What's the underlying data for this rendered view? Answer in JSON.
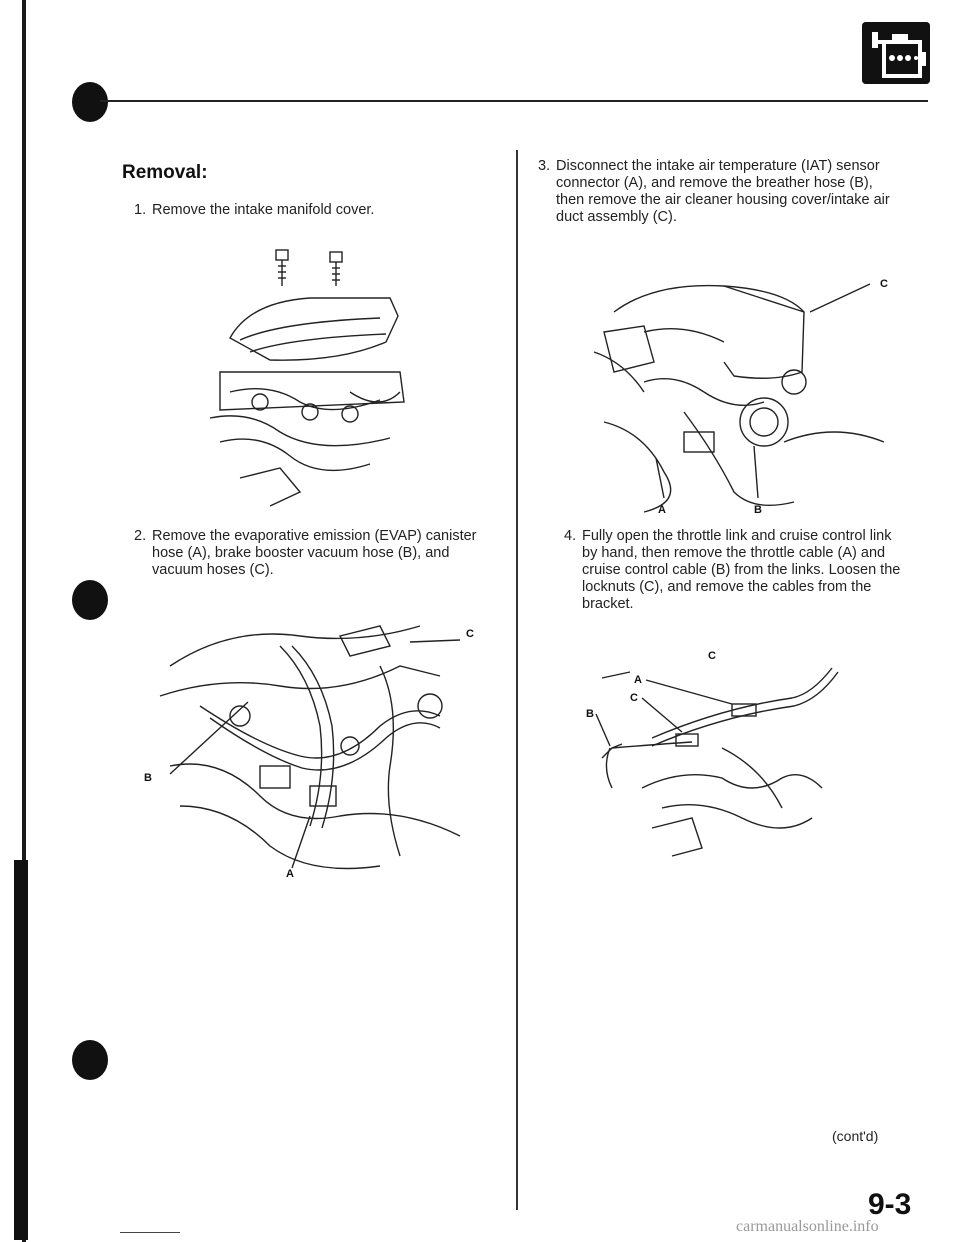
{
  "section": {
    "title": "Removal:"
  },
  "steps": [
    {
      "num": "1.",
      "text": "Remove the intake manifold cover."
    },
    {
      "num": "2.",
      "text": "Remove the evaporative emission (EVAP) canister hose (A), brake booster vacuum hose (B), and vacuum hoses (C)."
    },
    {
      "num": "3.",
      "text": "Disconnect the intake air temperature (IAT) sensor connector (A), and remove the breather hose (B), then remove the air cleaner housing cover/intake air duct assembly (C)."
    },
    {
      "num": "4.",
      "text": "Fully open the throttle link and cruise control link by hand, then remove the throttle cable (A) and cruise control cable (B) from the links. Loosen the locknuts (C), and remove the cables from the bracket."
    }
  ],
  "figure_labels": {
    "fig2": {
      "c": "C",
      "b": "B",
      "a": "A"
    },
    "fig3": {
      "c": "C",
      "a": "A",
      "b": "B"
    },
    "fig4": {
      "c1": "C",
      "a": "A",
      "c2": "C",
      "b": "B"
    }
  },
  "footer": {
    "contd": "(cont'd)",
    "page_number": "9-3",
    "watermark": "carmanualsonline.info"
  },
  "header_icon": "engine-icon"
}
